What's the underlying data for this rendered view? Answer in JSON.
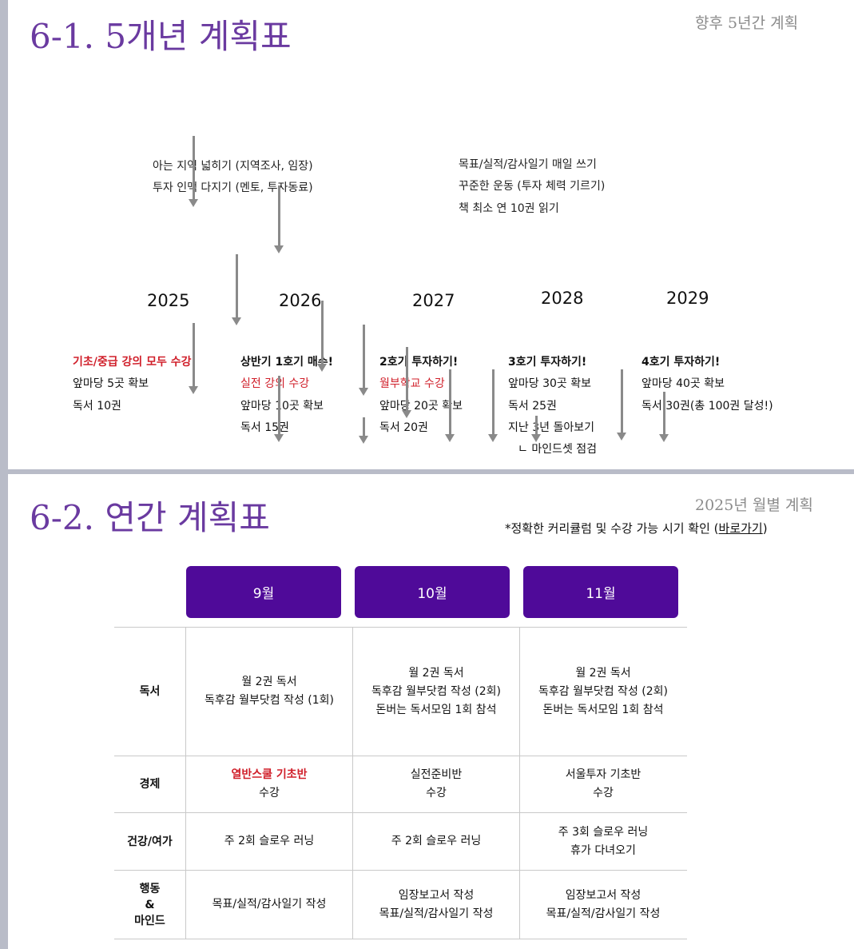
{
  "section1": {
    "title": "6-1. 5개년 계획표",
    "subtitle": "향후 5년간 계획",
    "notes_left": [
      "아는 지역 넓히기 (지역조사, 임장)",
      "투자 인맥 다지기 (멘토, 투자동료)"
    ],
    "notes_right": [
      "목표/실적/감사일기 매일 쓰기",
      "꾸준한 운동 (투자 체력 기르기)",
      "책 최소 연 10권 읽기"
    ],
    "years": [
      {
        "year": "2025",
        "items": [
          "기초/중급 강의 모두 수강",
          "앞마당 5곳 확보",
          "독서 10권"
        ]
      },
      {
        "year": "2026",
        "items": [
          "상반기 1호기 매수!",
          "실전 강의 수강",
          "앞마당 10곳 확보",
          "독서 15권"
        ]
      },
      {
        "year": "2027",
        "items": [
          "2호기 투자하기!",
          "월부학교 수강",
          "앞마당 20곳 확보",
          "독서 20권"
        ]
      },
      {
        "year": "2028",
        "items": [
          "3호기 투자하기!",
          "앞마당 30곳 확보",
          "독서 25권",
          "지난 3년 돌아보기",
          "ㄴ 마인드셋 점검"
        ]
      },
      {
        "year": "2029",
        "items": [
          "4호기 투자하기!",
          "앞마당 40곳 확보",
          "독서 30권(총 100권 달성!)"
        ]
      }
    ]
  },
  "section2": {
    "title": "6-2. 연간 계획표",
    "subtitle": "2025년 월별 계획",
    "note_prefix": "*정확한 커리큘럼 및 수강 가능 시기 확인 (",
    "note_link": "바로가기",
    "note_suffix": ")",
    "months": [
      "9월",
      "10월",
      "11월"
    ],
    "rows": [
      {
        "label": "독서",
        "cells": [
          [
            "월 2권 독서",
            "독후감 월부닷컴 작성 (1회)"
          ],
          [
            "월 2권 독서",
            "독후감 월부닷컴 작성 (2회)",
            "돈버는 독서모임 1회 참석"
          ],
          [
            "월 2권 독서",
            "독후감 월부닷컴 작성 (2회)",
            "돈버는 독서모임 1회 참석"
          ]
        ]
      },
      {
        "label": "경제",
        "cells": [
          [
            "열반스쿨 기초반",
            "수강"
          ],
          [
            "실전준비반",
            "수강"
          ],
          [
            "서울투자 기초반",
            "수강"
          ]
        ]
      },
      {
        "label": "건강/여가",
        "cells": [
          [
            "주 2회 슬로우 러닝"
          ],
          [
            "주 2회 슬로우 러닝"
          ],
          [
            "주 3회 슬로우 러닝",
            "휴가 다녀오기"
          ]
        ]
      },
      {
        "label_lines": [
          "행동",
          "&",
          "마인드"
        ],
        "cells": [
          [
            "목표/실적/감사일기 작성"
          ],
          [
            "임장보고서 작성",
            "목표/실적/감사일기 작성"
          ],
          [
            "임장보고서 작성",
            "목표/실적/감사일기 작성"
          ]
        ]
      }
    ]
  },
  "colors": {
    "title": "#6a3aa0",
    "month_tab": "#4f0a99",
    "highlight_red": "#d01f2a",
    "arrow": "#8a8a8a"
  }
}
